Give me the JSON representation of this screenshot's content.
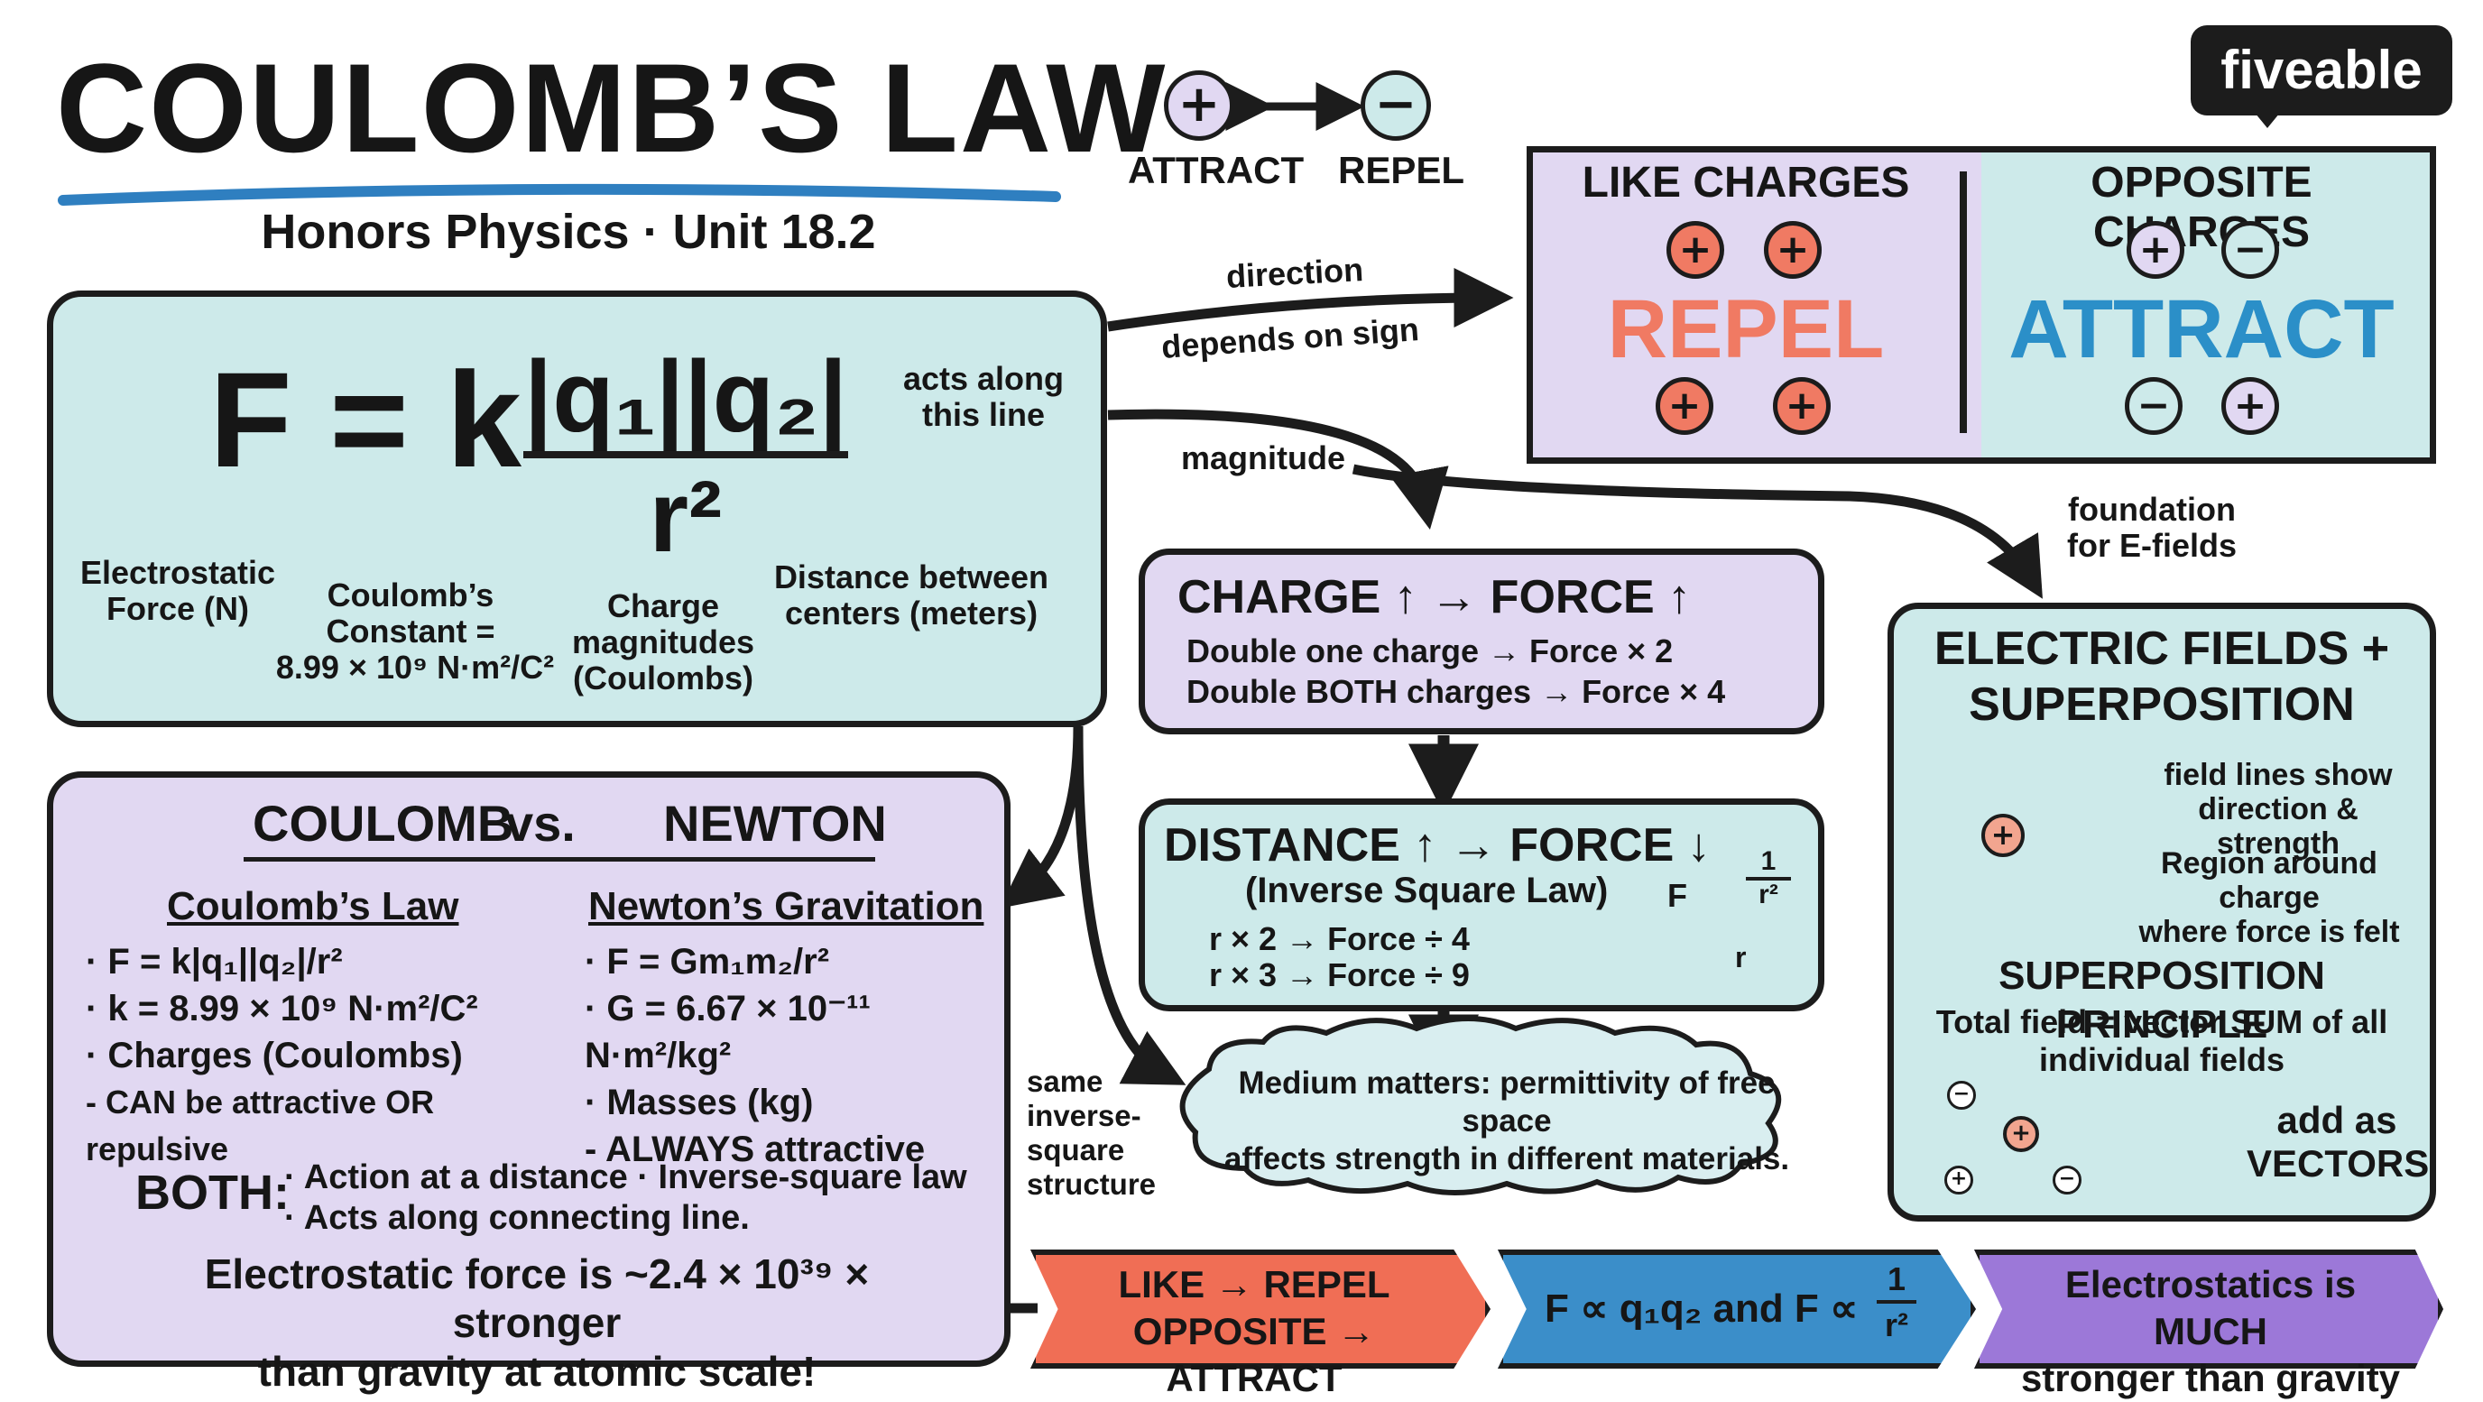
{
  "header": {
    "title": "COULOMB’S LAW",
    "subtitle": "Honors Physics · Unit 18.2",
    "legend_attract": "ATTRACT",
    "legend_repel": "REPEL",
    "brand": "fiveable"
  },
  "formula": {
    "numerator": "|q₁||q₂|",
    "denominator": "r²",
    "along_line_label": "acts along\nthis line",
    "force_label": "Electrostatic\nForce (N)",
    "constant_label_1": "Coulomb’s\nConstant =",
    "constant_value": "8.99 × 10⁹ N·m²/C²",
    "charge_label": "Charge\nmagnitudes\n(Coulombs)",
    "distance_label": "Distance between\ncenters (meters)"
  },
  "arrows": {
    "direction_1": "direction",
    "direction_2": "depends on sign",
    "magnitude": "magnitude",
    "foundation": "foundation\nfor E-fields",
    "same_structure": "same\ninverse-\nsquare\nstructure"
  },
  "charges_panel": {
    "like_title": "LIKE CHARGES",
    "like_effect": "REPEL",
    "opposite_title": "OPPOSITE CHARGES",
    "opposite_effect": "ATTRACT"
  },
  "charge_force": {
    "title": "CHARGE ↑ → FORCE ↑",
    "line1": "Double one charge → Force × 2",
    "line2": "Double BOTH charges → Force × 4"
  },
  "distance_force": {
    "title": "DISTANCE ↑ → FORCE ↓",
    "subtitle": "(Inverse Square Law)",
    "line1": "r × 2 → Force ÷ 4",
    "line2": "r × 3 → Force ÷ 9",
    "graph_y": "F",
    "graph_x": "r",
    "graph_num": "1",
    "graph_den": "r²"
  },
  "medium_cloud": "Medium matters: permittivity of free space\naffects strength in different materials.",
  "efields": {
    "title": "ELECTRIC FIELDS +\nSUPERPOSITION",
    "note1": "field lines show\ndirection & strength",
    "note2": "Region around charge\nwhere force is felt",
    "sp_title": "SUPERPOSITION PRINCIPLE",
    "sp_text": "Total field = vector SUM of all\nindividual fields",
    "add_vectors": "add as\nVECTORS"
  },
  "comparison": {
    "title_left": "COULOMB",
    "title_mid": "vs.",
    "title_right": "NEWTON",
    "coulomb_head": "Coulomb’s Law",
    "coulomb_items": [
      "· F = k|q₁||q₂|/r²",
      "· k = 8.99 × 10⁹ N·m²/C²",
      "· Charges (Coulombs)",
      "- CAN be attractive OR repulsive"
    ],
    "newton_head": "Newton’s Gravitation",
    "newton_items": [
      "· F = Gm₁m₂/r²",
      "· G = 6.67 × 10⁻¹¹ N·m²/kg²",
      "· Masses (kg)",
      "- ALWAYS attractive"
    ],
    "both_label": "BOTH:",
    "both_line1": "· Action at a distance · Inverse-square law",
    "both_line2": "· Acts along connecting line.",
    "highlight": "Electrostatic force is ~2.4 × 10³⁹ × stronger\nthan gravity at atomic scale!"
  },
  "banners": {
    "b1": "LIKE → REPEL\nOPPOSITE → ATTRACT",
    "b2_left": "F ∝ q₁q₂  and  F ∝",
    "b2_num": "1",
    "b2_den": "r²",
    "b3": "Electrostatics is MUCH\nstronger than gravity"
  },
  "colors": {
    "teal": "#cdeaea",
    "lavender": "#e1d8f2",
    "repel_red": "#f07a63",
    "attract_blue": "#2b8fc8",
    "banner_red": "#f06e55",
    "banner_blue": "#3b8ec9",
    "banner_purple": "#9c78d8",
    "title_underline": "#2f7fc0"
  }
}
